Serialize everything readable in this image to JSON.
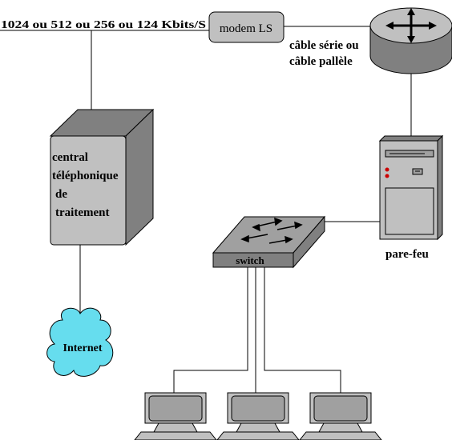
{
  "labels": {
    "speed": "1024 ou 512 ou 256 ou  124 Kbits/S",
    "modem": "modem LS",
    "cable_line1": "câble série ou",
    "cable_line2": "câble pallèle",
    "central_line1": "central",
    "central_line2": "téléphonique",
    "central_line3": "de",
    "central_line4": "traitement",
    "internet": "Internet",
    "switch": "switch",
    "firewall": "pare-feu"
  },
  "colors": {
    "device_gray": "#c0c0c0",
    "dark_gray": "#808080",
    "mid_gray": "#a0a0a0",
    "cloud": "#66ddee",
    "line": "#000000",
    "led_red": "#cc0000"
  },
  "icons": {
    "router": "router-icon",
    "server": "server-tower-icon",
    "switch": "switch-icon",
    "cloud": "cloud-icon",
    "workstation": "monitor-icon"
  }
}
